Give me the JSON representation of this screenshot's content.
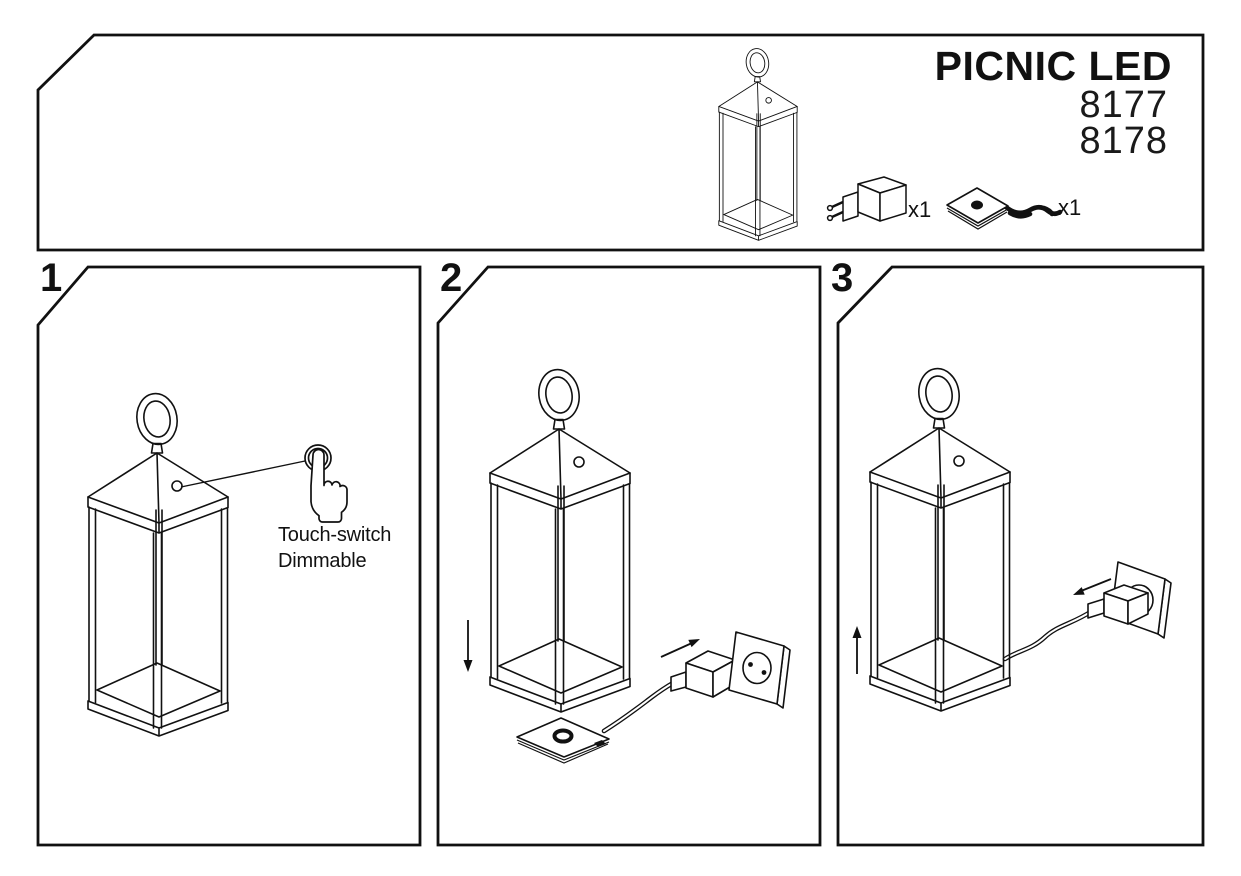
{
  "header": {
    "title": "PICNIC LED",
    "models": [
      "8177",
      "8178"
    ],
    "parts": [
      {
        "item": "power-adapter",
        "qty": "x1"
      },
      {
        "item": "charging-base-with-cable",
        "qty": "x1"
      }
    ]
  },
  "steps": [
    {
      "number": "1",
      "caption_lines": [
        "Touch-switch",
        "Dimmable"
      ]
    },
    {
      "number": "2",
      "caption_lines": []
    },
    {
      "number": "3",
      "caption_lines": []
    }
  ],
  "icons": {
    "step1": [
      "touch-button-icon",
      "tap-hand-icon"
    ],
    "step2": [
      "down-arrow-icon",
      "plug-in-arrow-icon",
      "wall-socket",
      "power-adapter",
      "charging-base",
      "cable"
    ],
    "step3": [
      "up-arrow-icon",
      "unplug-arrow-icon",
      "wall-socket",
      "power-adapter",
      "cable"
    ]
  },
  "colors": {
    "line": "#111111",
    "background": "#ffffff"
  }
}
